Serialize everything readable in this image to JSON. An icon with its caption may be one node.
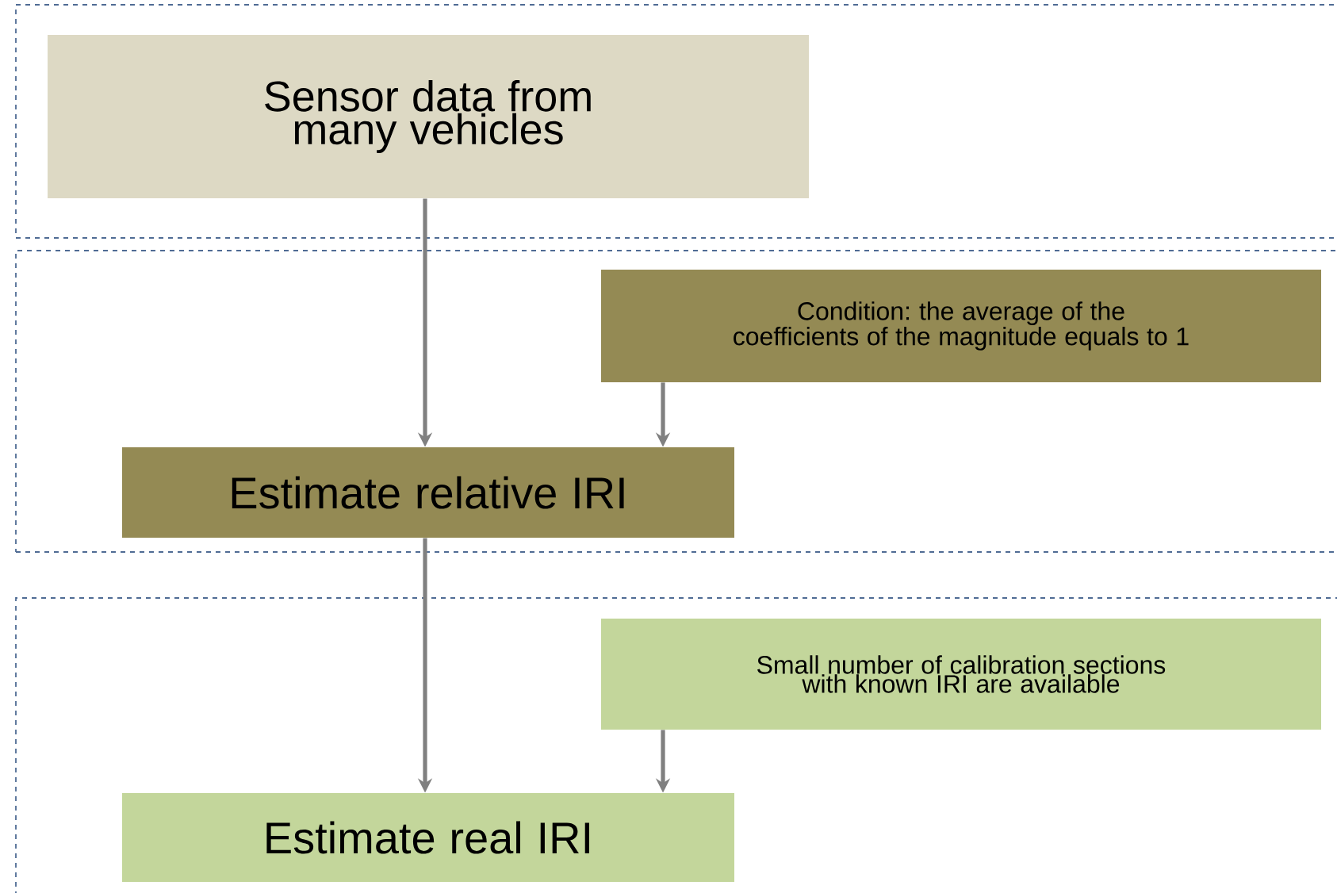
{
  "diagram": {
    "nodes": [
      {
        "text": [],
        "shape": "box"
      },
      {
        "text": [
          "Sensor data from many vehicles"
        ],
        "in": 0
      },
      {
        "text": [],
        "shape": "box"
      },
      {
        "text": [
          "Condition: the average of the coefficients of the magnitude equals to 1"
        ],
        "in": 2
      },
      {
        "text": [
          "Estimate relative IRI"
        ],
        "in": 2
      },
      {
        "text": [],
        "shape": "box"
      },
      {
        "text": [
          "Small number of calibration sections with known IRI are available"
        ],
        "in": 5
      },
      {
        "text": [
          "Estimate real IRI"
        ],
        "in": 5
      }
    ],
    "edges": [
      {
        "from": 1,
        "to": 4,
        "arrow": "to"
      },
      {
        "from": 3,
        "to": 4,
        "arrow": "to"
      },
      {
        "from": 4,
        "to": 7,
        "arrow": "to"
      },
      {
        "from": 6,
        "to": 7,
        "arrow": "to"
      }
    ]
  }
}
